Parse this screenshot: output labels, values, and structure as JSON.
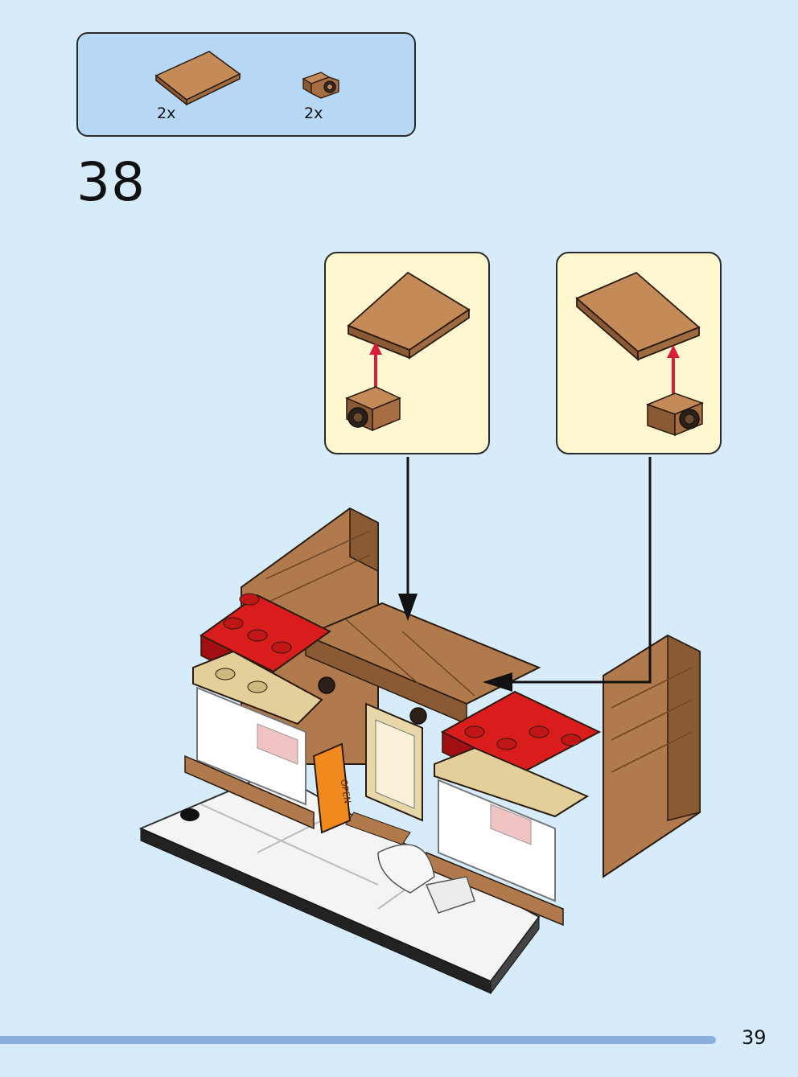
{
  "parts_list": {
    "items": [
      {
        "name": "tile-2x4",
        "quantity": "2x",
        "color": "#b07a4c"
      },
      {
        "name": "bracket-1x1",
        "quantity": "2x",
        "color": "#b07a4c"
      }
    ]
  },
  "step": {
    "number": "38"
  },
  "sign": {
    "text": "OPEN"
  },
  "page": {
    "number": "39"
  },
  "colors": {
    "background": "#d6ecfb",
    "parts_box": "#b6d8f5",
    "callout": "#fff7cf",
    "brown": "#b07a4c",
    "red": "#d91c1c",
    "tan": "#e3cf9a",
    "arrow_red": "#d81e3c",
    "progress": "#8aaede"
  },
  "icons": [
    "tile-icon",
    "bracket-icon",
    "down-arrow-icon",
    "left-arrow-icon",
    "up-arrow-icon"
  ]
}
